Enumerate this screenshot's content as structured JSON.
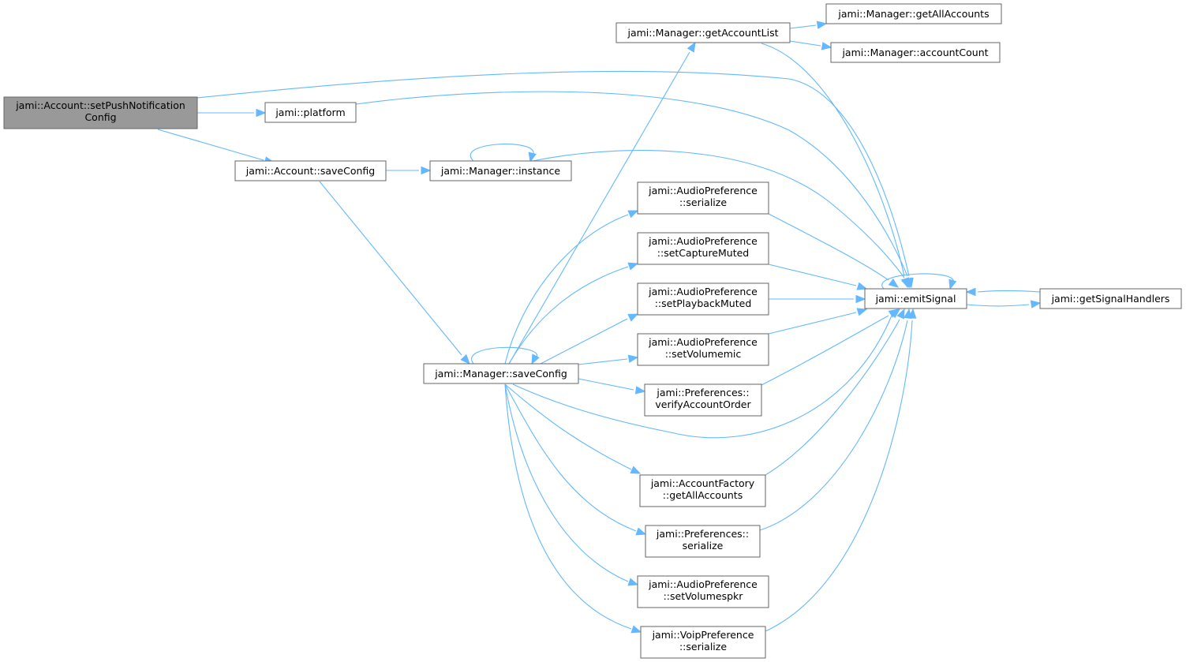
{
  "colors": {
    "edge": "#63b8ff",
    "node_border": "#666666",
    "node_fill": "#ffffff",
    "root_fill": "#999999"
  },
  "nodes": {
    "setPushNotificationConfig": [
      "jami::Account::setPushNotification",
      "Config"
    ],
    "platform": [
      "jami::platform"
    ],
    "accountSaveConfig": [
      "jami::Account::saveConfig"
    ],
    "managerInstance": [
      "jami::Manager::instance"
    ],
    "getAccountList": [
      "jami::Manager::getAccountList"
    ],
    "getAllAccounts": [
      "jami::Manager::getAllAccounts"
    ],
    "accountCount": [
      "jami::Manager::accountCount"
    ],
    "audioSerialize": [
      "jami::AudioPreference",
      "::serialize"
    ],
    "setCaptureMuted": [
      "jami::AudioPreference",
      "::setCaptureMuted"
    ],
    "setPlaybackMuted": [
      "jami::AudioPreference",
      "::setPlaybackMuted"
    ],
    "setVolumemic": [
      "jami::AudioPreference",
      "::setVolumemic"
    ],
    "verifyAccountOrder": [
      "jami::Preferences::",
      "verifyAccountOrder"
    ],
    "managerSaveConfig": [
      "jami::Manager::saveConfig"
    ],
    "accountFactoryGetAll": [
      "jami::AccountFactory",
      "::getAllAccounts"
    ],
    "preferencesSerialize": [
      "jami::Preferences::",
      "serialize"
    ],
    "setVolumespkr": [
      "jami::AudioPreference",
      "::setVolumespkr"
    ],
    "voipSerialize": [
      "jami::VoipPreference",
      "::serialize"
    ],
    "emitSignal": [
      "jami::emitSignal"
    ],
    "getSignalHandlers": [
      "jami::getSignalHandlers"
    ]
  }
}
